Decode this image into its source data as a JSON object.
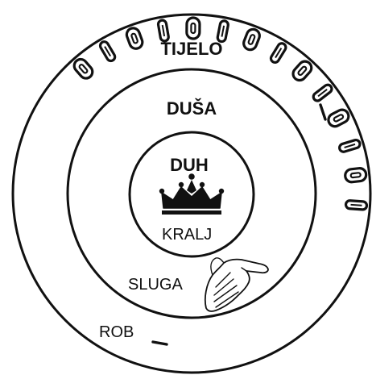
{
  "diagram": {
    "outer_label": "TIJELO",
    "middle_label": "DUŠA",
    "inner_label": "DUH",
    "inner_role": "KRALJ",
    "middle_role": "SLUGA",
    "outer_role": "ROB",
    "icons": {
      "inner": "crown-icon",
      "middle": "open-hand-icon",
      "outer": "chain-icon"
    },
    "colors": {
      "ink": "#111111",
      "background": "#ffffff"
    }
  }
}
